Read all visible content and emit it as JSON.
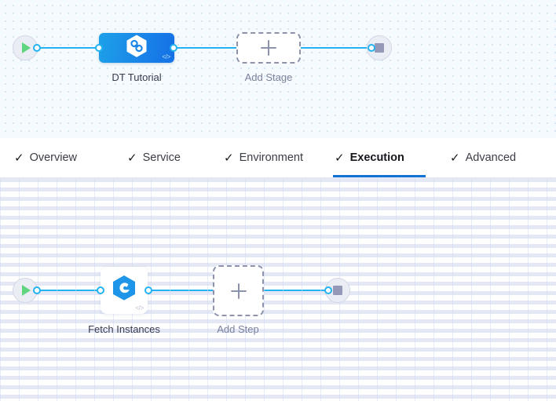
{
  "stage_canvas": {
    "name": "pipeline-stage-canvas",
    "start_node": {
      "icon": "play-icon",
      "label": "Start"
    },
    "stop_node": {
      "icon": "stop-square-icon",
      "label": "Stop"
    },
    "stage": {
      "label": "DT Tutorial",
      "icon": "harness-hexagon-icon",
      "code_badge": "</>"
    },
    "add_stage": {
      "label": "Add Stage",
      "icon": "plus-icon"
    },
    "accent_color": "#23b3f0",
    "stage_color": "#1a85e8"
  },
  "tabs": {
    "name": "pipeline-stage-tabs",
    "items": [
      {
        "label": "Overview",
        "check": "✓",
        "active": false
      },
      {
        "label": "Service",
        "check": "✓",
        "active": false
      },
      {
        "label": "Environment",
        "check": "✓",
        "active": false
      },
      {
        "label": "Execution",
        "check": "✓",
        "active": true
      },
      {
        "label": "Advanced",
        "check": "✓",
        "active": false
      }
    ],
    "active_color": "#1173d4"
  },
  "step_canvas": {
    "name": "pipeline-step-canvas",
    "start_node": {
      "icon": "play-icon",
      "label": "Start"
    },
    "stop_node": {
      "icon": "stop-square-icon",
      "label": "Stop"
    },
    "step": {
      "label": "Fetch Instances",
      "icon": "harness-step-hexagon-icon",
      "code_badge": "</>"
    },
    "add_step": {
      "label": "Add Step",
      "icon": "plus-icon"
    }
  }
}
